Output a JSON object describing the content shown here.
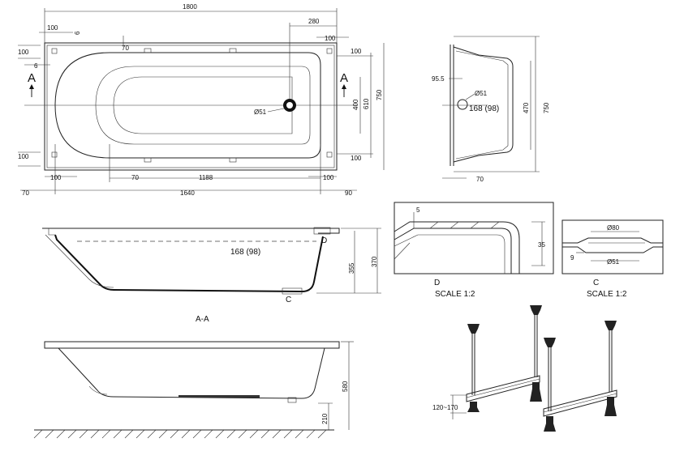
{
  "top_view": {
    "dims": {
      "overall_length": "1800",
      "drain_offset": "280",
      "corner_top_left": "100",
      "corner_top_right": "100",
      "corner_left_top": "100",
      "corner_left_bottom": "100",
      "corner_right_top": "100",
      "corner_right_bottom": "100",
      "corner_bottom_left": "100",
      "corner_bottom_right": "100",
      "rim_small_v": "6",
      "rim_small_h": "6",
      "inner_offset_top": "70",
      "inner_offset_bottom": "70",
      "inner_length": "1188",
      "left_margin": "70",
      "main_length": "1640",
      "right_margin": "90",
      "height_inner": "400",
      "height_mid": "610",
      "height_overall": "750"
    },
    "drain_label": "Ø51",
    "section_marker_left": "A",
    "section_marker_right": "A"
  },
  "side_view": {
    "dims": {
      "depth": "95.5",
      "drain": "Ø51",
      "drain_height": "168 (98)",
      "inner": "470",
      "overall": "750",
      "bottom": "70"
    }
  },
  "section_aa": {
    "label": "A-A",
    "dims": {
      "drain_height": "168 (98)",
      "inner_depth": "355",
      "total_depth": "370"
    },
    "marker_d": "D",
    "marker_c": "C"
  },
  "detail_d": {
    "title": "D",
    "scale": "SCALE 1:2",
    "dims": {
      "rim": "5",
      "height": "35"
    }
  },
  "detail_c": {
    "title": "C",
    "scale": "SCALE 1:2",
    "dims": {
      "outer": "Ø80",
      "inner": "Ø51",
      "depth": "9"
    }
  },
  "elevation": {
    "dims": {
      "total": "580",
      "leg": "210"
    }
  },
  "legs": {
    "dims": {
      "adjust": "120~170"
    }
  }
}
